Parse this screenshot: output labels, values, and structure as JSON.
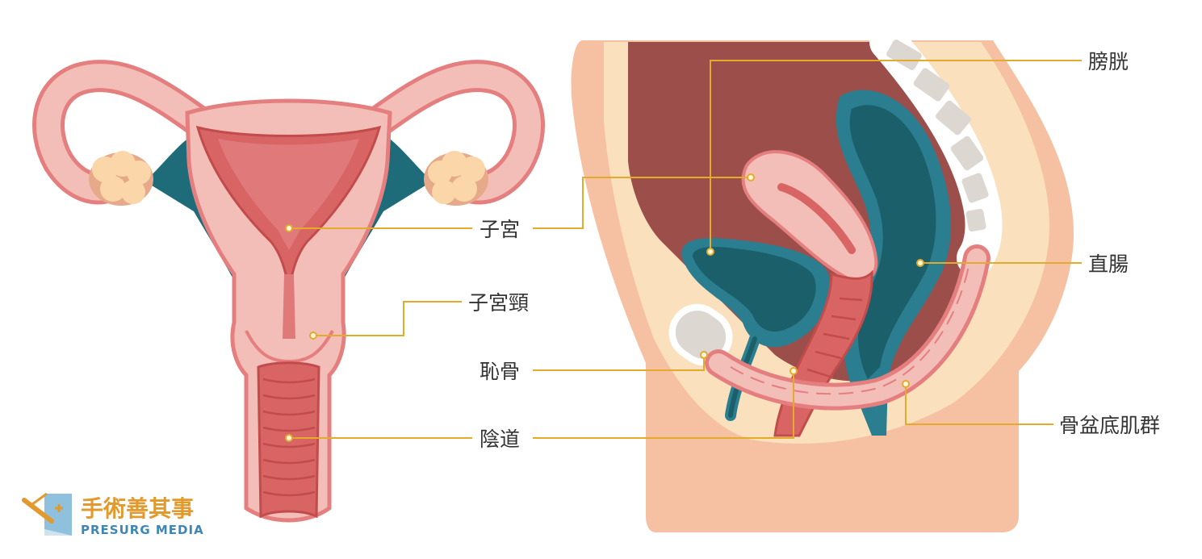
{
  "labels": {
    "uterus": "子宮",
    "cervix": "子宮頸",
    "pubic_bone": "恥骨",
    "vagina": "陰道",
    "bladder": "膀胱",
    "rectum": "直腸",
    "pelvic_floor": "骨盆底肌群"
  },
  "brand": {
    "name_zh": "手術善其事",
    "name_en": "PRESURG MEDIA"
  },
  "colors": {
    "tissue_pink": "#f2b9b5",
    "uterus_red": "#d86464",
    "ovary_beige": "#fbd6a8",
    "teal": "#1e6c7a",
    "body_skin": "#f6c0a3",
    "cavity_maroon": "#9b4e4a",
    "leader_gold": "#e3aa2b"
  }
}
